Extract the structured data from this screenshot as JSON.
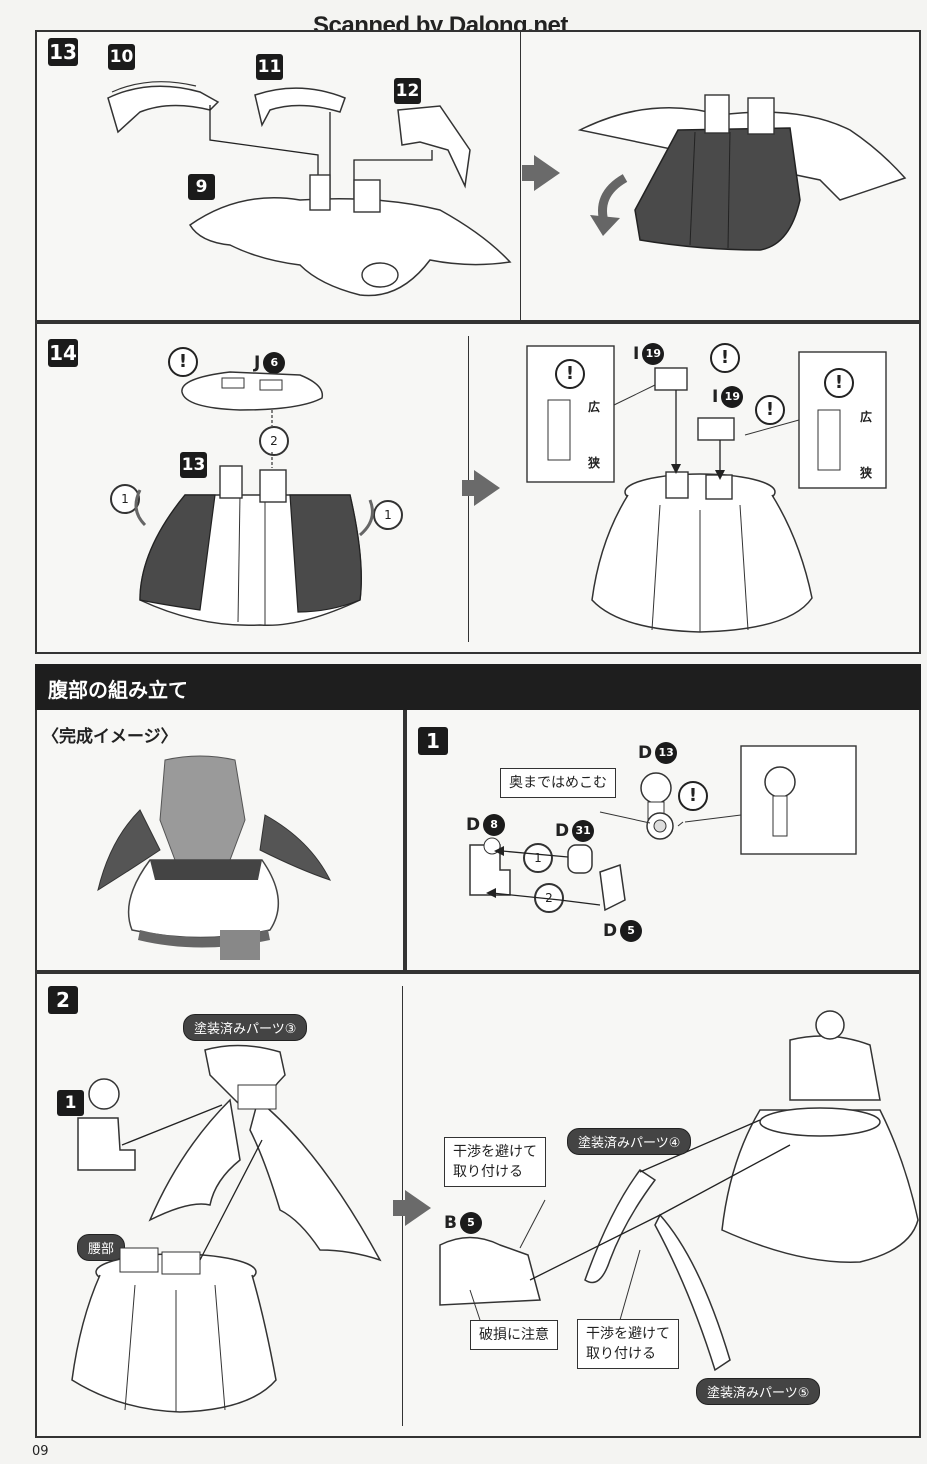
{
  "header": {
    "scan_credit": "Scanned by Dalong.net"
  },
  "step13": {
    "step": "13",
    "parts": [
      "10",
      "11",
      "12",
      "9"
    ]
  },
  "step14": {
    "step": "14",
    "cap_part": "J",
    "cap_num": "6",
    "ref_step": "13",
    "order1": "1",
    "order2": "2",
    "conn_part": "I",
    "conn_num": "19",
    "wide": "広",
    "narrow": "狭"
  },
  "section": {
    "title": "腹部の組み立て",
    "completion_label": "〈完成イメージ〉"
  },
  "step1": {
    "step": "1",
    "insert_note": "奥まではめこむ",
    "parts": [
      {
        "letter": "D",
        "num": "13"
      },
      {
        "letter": "D",
        "num": "8"
      },
      {
        "letter": "D",
        "num": "31"
      },
      {
        "letter": "D",
        "num": "5"
      }
    ],
    "order1": "1",
    "order2": "2"
  },
  "step2": {
    "step": "2",
    "ref_step": "1",
    "painted3": "塗装済みパーツ③",
    "painted4": "塗装済みパーツ④",
    "painted5": "塗装済みパーツ⑤",
    "waist": "腰部",
    "avoid1": "干渉を避けて\n取り付ける",
    "avoid2": "干渉を避けて\n取り付ける",
    "breakage": "破損に注意",
    "part_letter": "B",
    "part_num": "5"
  },
  "footer": {
    "page": "09"
  }
}
